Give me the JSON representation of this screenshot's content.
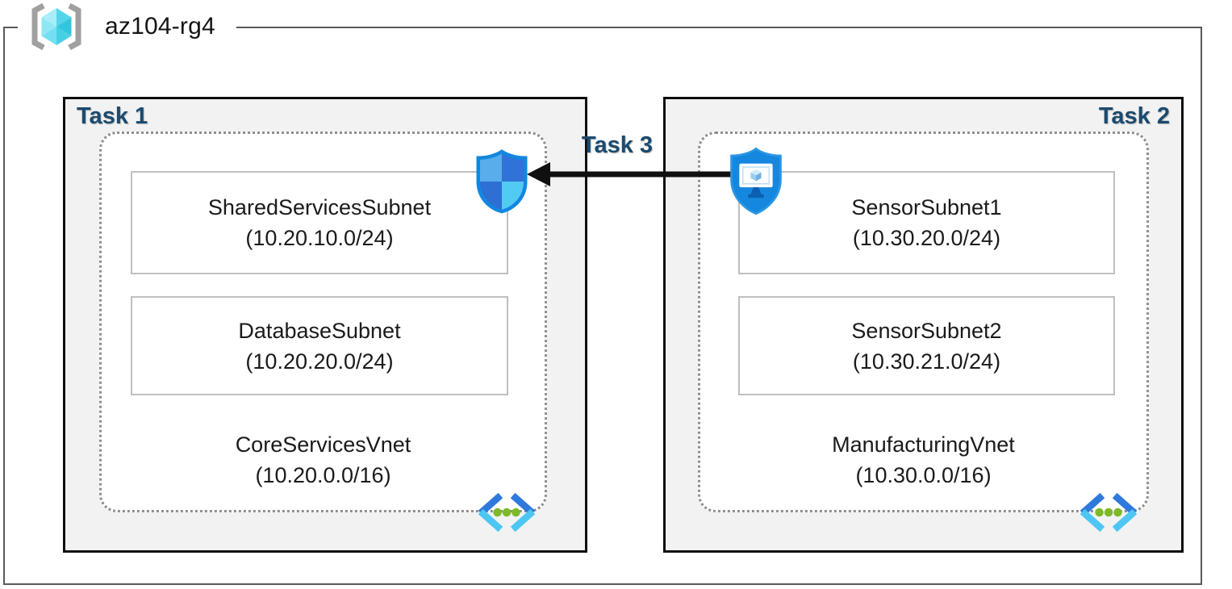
{
  "diagram": {
    "resource_group": {
      "name": "az104-rg4"
    },
    "tasks": [
      {
        "label": "Task 1",
        "badge_icon": "network-security-group-shield",
        "vnet": {
          "name": "CoreServicesVnet",
          "cidr": "(10.20.0.0/16)",
          "subnets": [
            {
              "name": "SharedServicesSubnet",
              "cidr": "(10.20.10.0/24)"
            },
            {
              "name": "DatabaseSubnet",
              "cidr": "(10.20.20.0/24)"
            }
          ]
        }
      },
      {
        "label": "Task 2",
        "badge_icon": "bastion-shield",
        "vnet": {
          "name": "ManufacturingVnet",
          "cidr": "(10.30.0.0/16)",
          "subnets": [
            {
              "name": "SensorSubnet1",
              "cidr": "(10.30.20.0/24)"
            },
            {
              "name": "SensorSubnet2",
              "cidr": "(10.30.21.0/24)"
            }
          ]
        }
      }
    ],
    "connection": {
      "label": "Task 3",
      "direction": "right-to-left"
    },
    "icons": [
      "resource-group-icon",
      "network-security-group-icon",
      "bastion-icon",
      "virtual-network-icon"
    ],
    "colors": {
      "task-label": "#1B4A6E",
      "task-border": "#0D0D0D",
      "task-fill": "#F2F2F2",
      "subnet-border": "#BFBFBF",
      "vnet-border": "#8F8F8F",
      "rg-border": "#5A5A5A",
      "arrow": "#101010"
    }
  }
}
